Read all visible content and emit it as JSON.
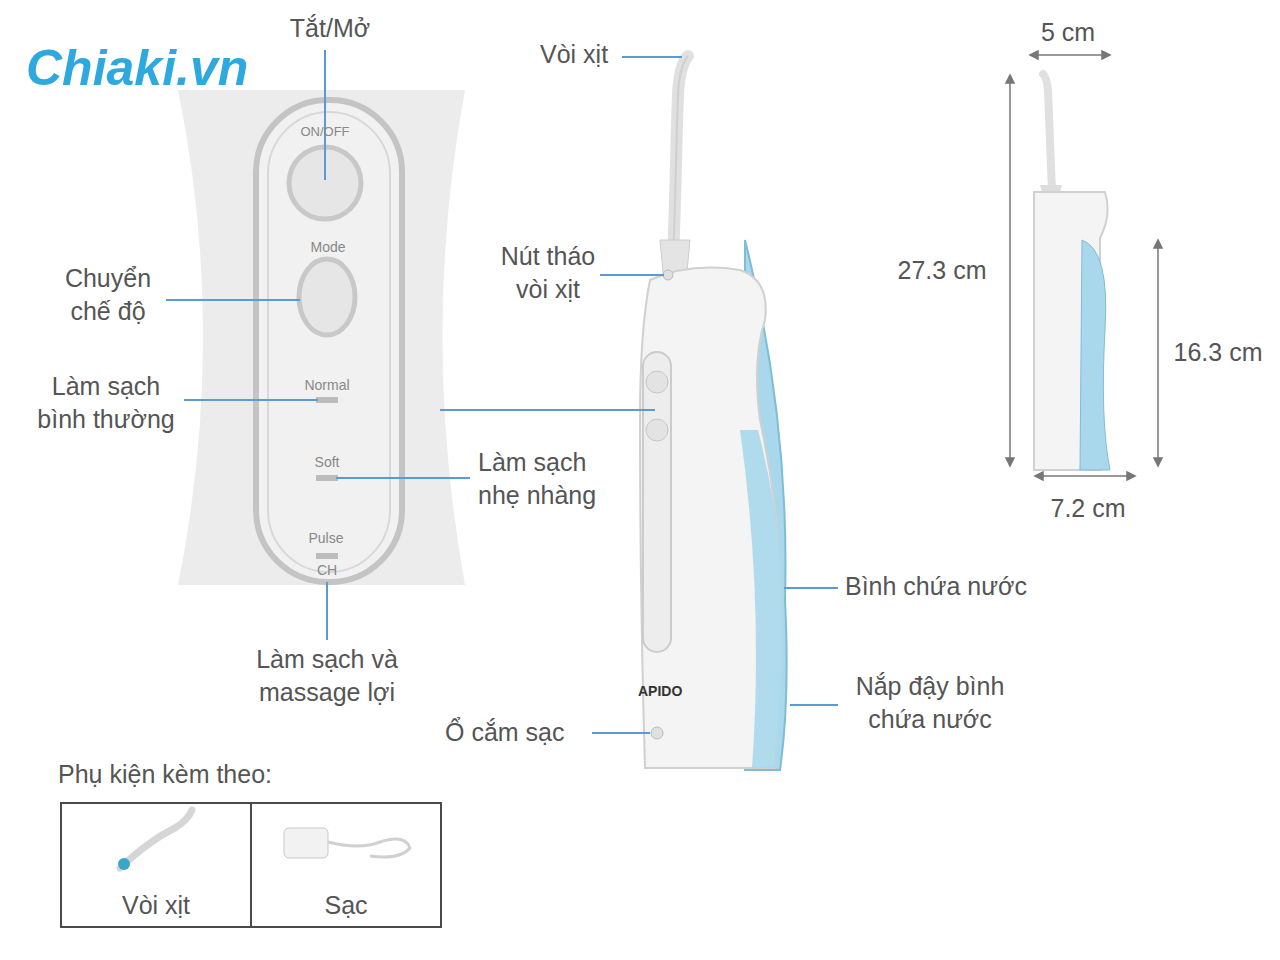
{
  "diagram": {
    "nodes": [
      {
        "text": [
          "Vòi xịt"
        ]
      },
      {
        "text": [
          "Sạc"
        ]
      }
    ],
    "labels": [
      "Chiaki.vn",
      "Tắt/Mở",
      "ON/OFF",
      "Mode",
      "Chuyển chế độ",
      "Normal",
      "Làm sạch bình thường",
      "Soft",
      "Làm sạch nhẹ nhàng",
      "Pulse",
      "CH",
      "Làm sạch và massage lợi",
      "Vòi xịt",
      "Nút tháo vòi xịt",
      "Bình chứa nước",
      "Nắp đậy bình chứa nước",
      "Ổ cắm sạc",
      "APIDO",
      "5 cm",
      "27.3 cm",
      "16.3 cm",
      "7.2 cm",
      "Phụ kiện kèm theo:"
    ]
  }
}
